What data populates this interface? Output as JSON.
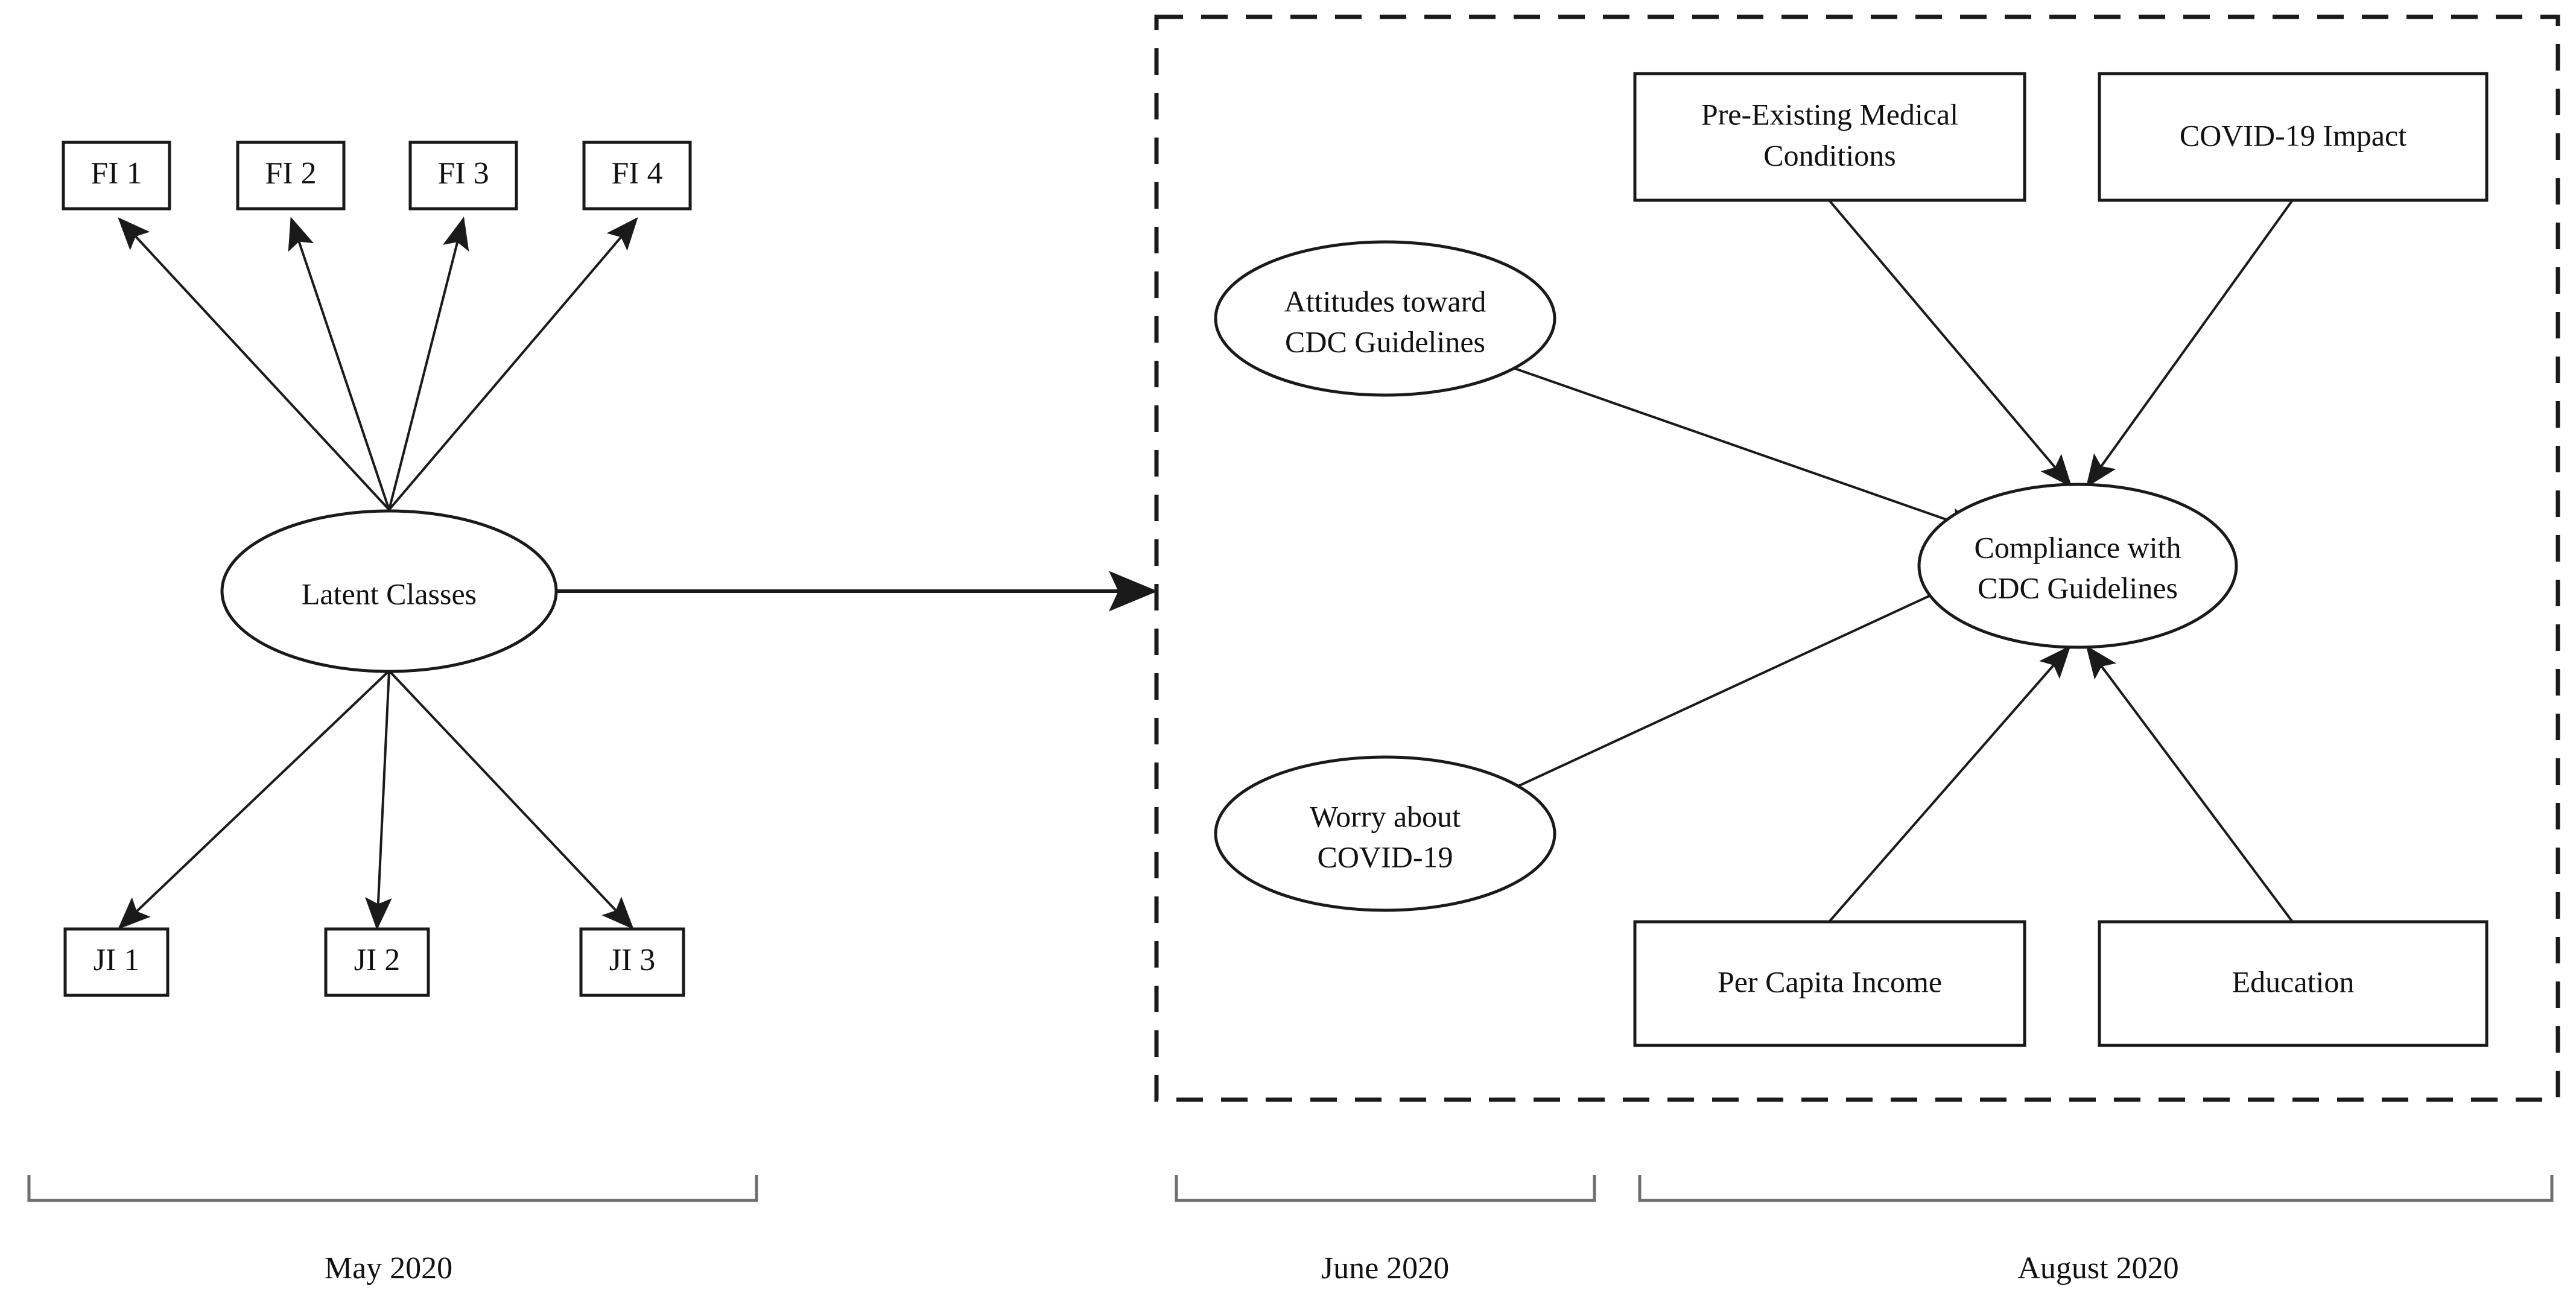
{
  "figure": {
    "type": "structural-equation-model-path-diagram",
    "background_color": "#ffffff",
    "stroke_color": "#1a1a1a",
    "bracket_color": "#6e6e6e"
  },
  "left_panel": {
    "indicators_top": [
      {
        "id": "fi1",
        "label": "FI 1"
      },
      {
        "id": "fi2",
        "label": "FI 2"
      },
      {
        "id": "fi3",
        "label": "FI 3"
      },
      {
        "id": "fi4",
        "label": "FI 4"
      }
    ],
    "latent": {
      "id": "latent-classes",
      "label": "Latent Classes"
    },
    "indicators_bottom": [
      {
        "id": "ji1",
        "label": "JI 1"
      },
      {
        "id": "ji2",
        "label": "JI 2"
      },
      {
        "id": "ji3",
        "label": "JI 3"
      }
    ]
  },
  "right_panel": {
    "ellipses": [
      {
        "id": "attitudes",
        "line1": "Attitudes toward",
        "line2": "CDC Guidelines"
      },
      {
        "id": "worry",
        "line1": "Worry about",
        "line2": "COVID-19"
      },
      {
        "id": "compliance",
        "line1": "Compliance with",
        "line2": "CDC Guidelines"
      }
    ],
    "boxes_top": [
      {
        "id": "pre-existing",
        "line1": "Pre-Existing Medical",
        "line2": "Conditions"
      },
      {
        "id": "covid-impact",
        "line1": "COVID-19 Impact",
        "line2": ""
      }
    ],
    "boxes_bottom": [
      {
        "id": "per-capita-income",
        "line1": "Per Capita Income",
        "line2": ""
      },
      {
        "id": "education",
        "line1": "Education",
        "line2": ""
      }
    ]
  },
  "timeline": {
    "periods": [
      {
        "id": "may-2020",
        "label": "May 2020"
      },
      {
        "id": "june-2020",
        "label": "June 2020"
      },
      {
        "id": "august-2020",
        "label": "August 2020"
      }
    ]
  }
}
